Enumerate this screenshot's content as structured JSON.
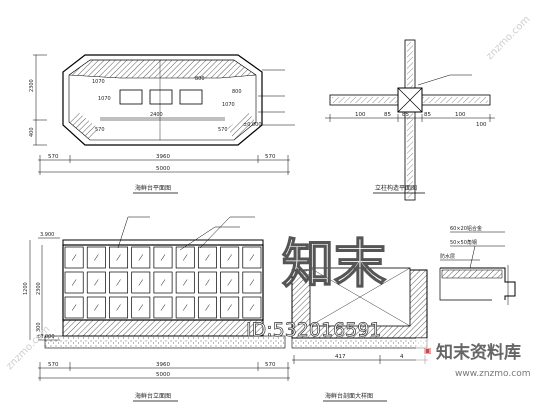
{
  "plan": {
    "dims_top": [
      "1070",
      "1070",
      "800",
      "800",
      "1070"
    ],
    "dims_depth": [
      "2300",
      "400"
    ],
    "dims_inner": [
      "2400",
      "570",
      "570"
    ],
    "level": "±0.000",
    "bottom_dims": [
      "570",
      "3960",
      "570"
    ],
    "total": "5000",
    "caption": "海鲜台平面图"
  },
  "detail": {
    "dims_left": [
      "100",
      "85",
      "85",
      "100"
    ],
    "dims_right": [
      "85",
      "100"
    ],
    "caption": "立柱构造平面图"
  },
  "elevation": {
    "levels": [
      "3.900",
      "±0.000"
    ],
    "dims_left": [
      "1200",
      "2300",
      "300"
    ],
    "bottom_dims": [
      "570",
      "3960",
      "570"
    ],
    "total": "5000",
    "caption": "海鲜台立面图"
  },
  "section": {
    "notes": [
      "60×20铝合金",
      "50×50角钢",
      "防水层"
    ],
    "bottom_dims": [
      "417",
      "4"
    ],
    "caption": "海鲜台剖面大样图"
  },
  "watermark": {
    "logo_chars": "知末",
    "id": "ID:532016591",
    "brand": "知末资料库",
    "url": "www.znzmo.com",
    "side": "znzmo.com"
  }
}
